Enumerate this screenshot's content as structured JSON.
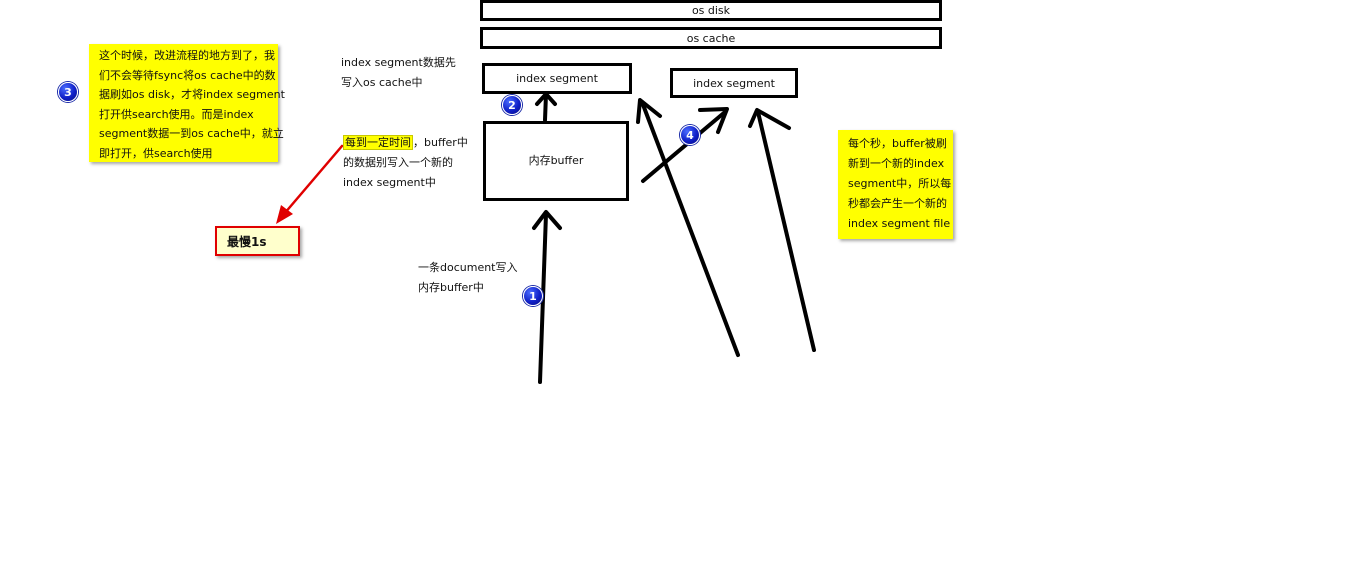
{
  "boxes": {
    "os_disk": "os disk",
    "os_cache": "os cache",
    "segment_left": "index segment",
    "segment_right": "index segment",
    "memory_buffer": "内存buffer"
  },
  "labels": {
    "segment_to_cache": [
      "index segment数据先",
      "写入os cache中"
    ],
    "periodic_write": [
      "，buffer中",
      "的数据别写入一个新的",
      "index segment中"
    ],
    "periodic_highlight": "每到一定时间",
    "document_write": [
      "一条document写入",
      "内存buffer中"
    ]
  },
  "notes": {
    "left": [
      "这个时候，改进流程的地方到了，我",
      "们不会等待fsync将os cache中的数",
      "据刷如os disk，才将index segment",
      "打开供search使用。而是index",
      "segment数据一到os cache中，就立",
      "即打开，供search使用"
    ],
    "right": [
      "每个秒，buffer被刷",
      "新到一个新的index",
      "segment中，所以每",
      "秒都会产生一个新的",
      "index segment file"
    ]
  },
  "callout": "最慢1s",
  "badges": [
    "1",
    "2",
    "3",
    "4"
  ],
  "colors": {
    "note_yellow": "#ffff00",
    "callout_border": "#e00000",
    "callout_fill": "#ffffcc",
    "badge_blue": "#1020c8"
  }
}
